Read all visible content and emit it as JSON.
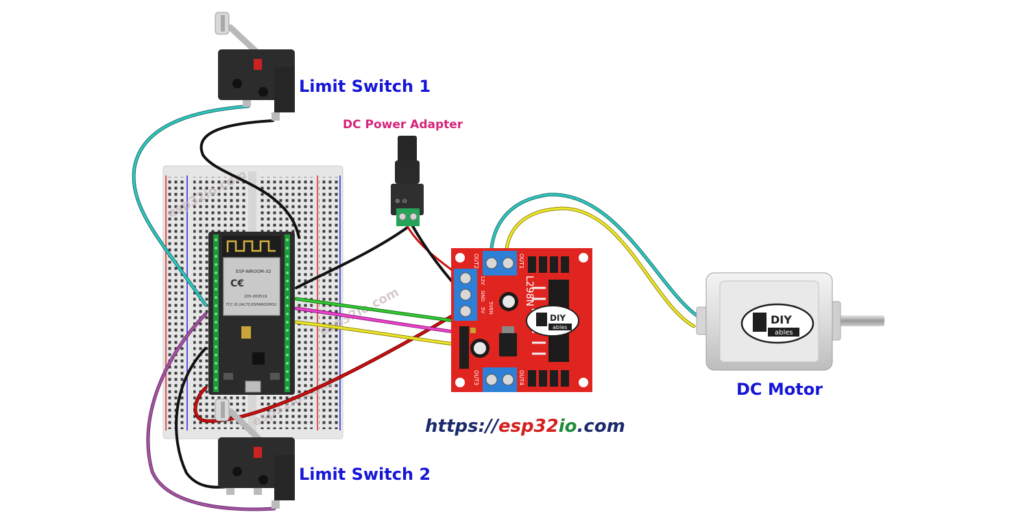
{
  "labels": {
    "limit_switch_1": "Limit Switch 1",
    "limit_switch_2": "Limit Switch 2",
    "dc_power_adapter": "DC Power Adapter",
    "dc_motor": "DC Motor"
  },
  "url": {
    "prefix": "https://",
    "part_esp": "esp",
    "part_32": "32",
    "part_io": "io",
    "suffix": ".com"
  },
  "esp32_module": {
    "model": "ESP-WROOM-32",
    "fcc": "FCC ID:2AC7Z-ESPWROOM32",
    "code": "205-000519"
  },
  "driver": {
    "name": "L298N",
    "out1": "OUT1",
    "out2": "OUT2",
    "out3": "OUT3",
    "out4": "OUT4",
    "pins": [
      "12V",
      "GND",
      "5V"
    ],
    "enable": "5VEN"
  },
  "logo": {
    "top": "DIY",
    "bottom": "ables"
  },
  "watermark": "esp32io.com",
  "colors": {
    "label_blue": "#1515d8",
    "label_pink": "#d6247a",
    "url_navy": "#1c2a6b",
    "url_red": "#d42020",
    "url_green": "#1f8a3a",
    "wire_cyan": "#2ec8c0",
    "wire_yellow": "#efe62a",
    "wire_red": "#cc1010",
    "wire_black": "#111111",
    "wire_green": "#28c828",
    "wire_magenta": "#ee44cc",
    "wire_purple": "#9a4a9a",
    "board_red": "#e0241f"
  }
}
